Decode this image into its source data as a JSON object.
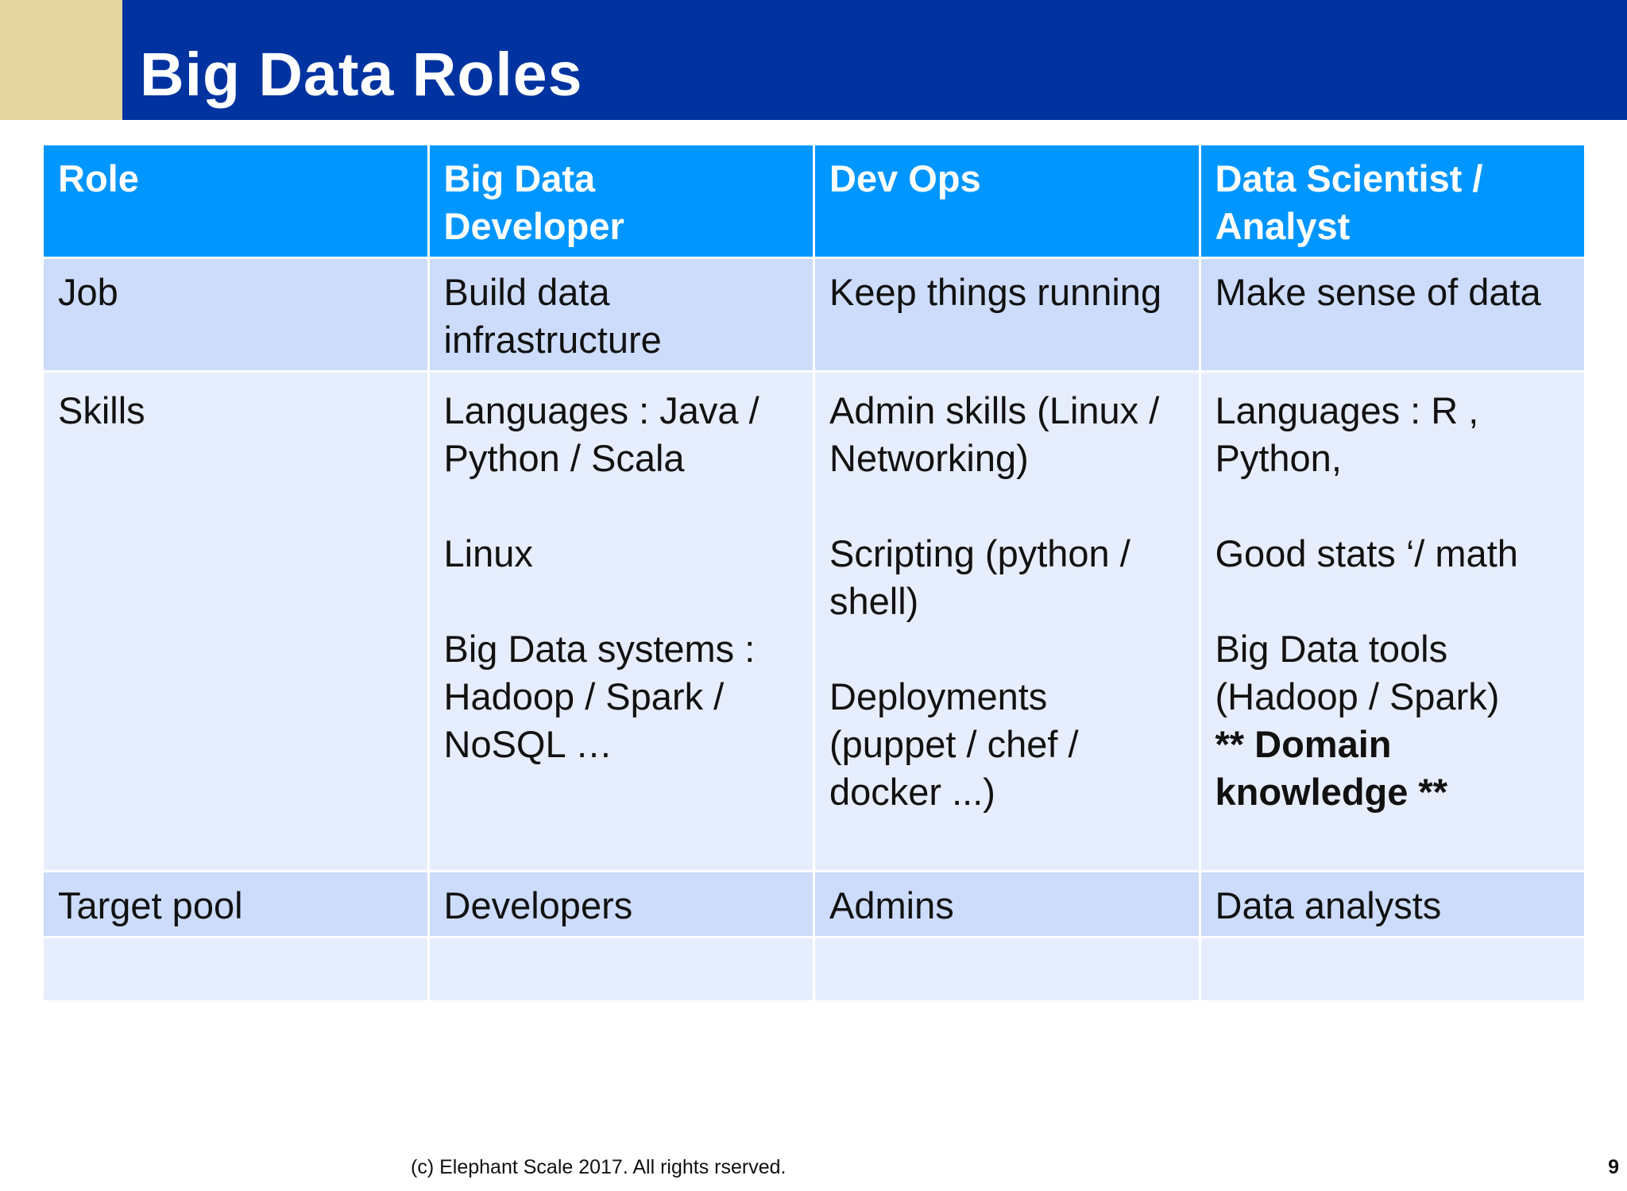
{
  "slide": {
    "title": "Big Data Roles",
    "footer": "(c) Elephant Scale 2017.  All rights rserved.",
    "page_number": "9"
  },
  "colors": {
    "header_bar": "#0033a0",
    "header_accent": "#e5d6a1",
    "table_header": "#0096ff",
    "band_dark": "#cddcfb",
    "band_light": "#e6edfc"
  },
  "table": {
    "headers": [
      "Role",
      "Big Data\nDeveloper",
      "Dev Ops",
      "Data Scientist /\nAnalyst"
    ],
    "rows": [
      {
        "label": "Job",
        "cells": [
          "Build data\ninfrastructure",
          "Keep things running",
          "Make sense of data"
        ]
      },
      {
        "label": "Skills",
        "cells": [
          "Languages : Java /\nPython / Scala\n\nLinux\n\nBig Data systems :\nHadoop / Spark /\nNoSQL …",
          "Admin skills (Linux /\nNetworking)\n\nScripting (python /\nshell)\n\nDeployments\n(puppet / chef /\ndocker ...)",
          "Languages : R ,\nPython,\n\nGood stats ‘/ math\n\nBig Data tools\n(Hadoop / Spark)\n"
        ],
        "emphasis": "** Domain\nknowledge **"
      },
      {
        "label": "Target pool",
        "cells": [
          "Developers",
          "Admins",
          "Data analysts"
        ]
      }
    ]
  }
}
